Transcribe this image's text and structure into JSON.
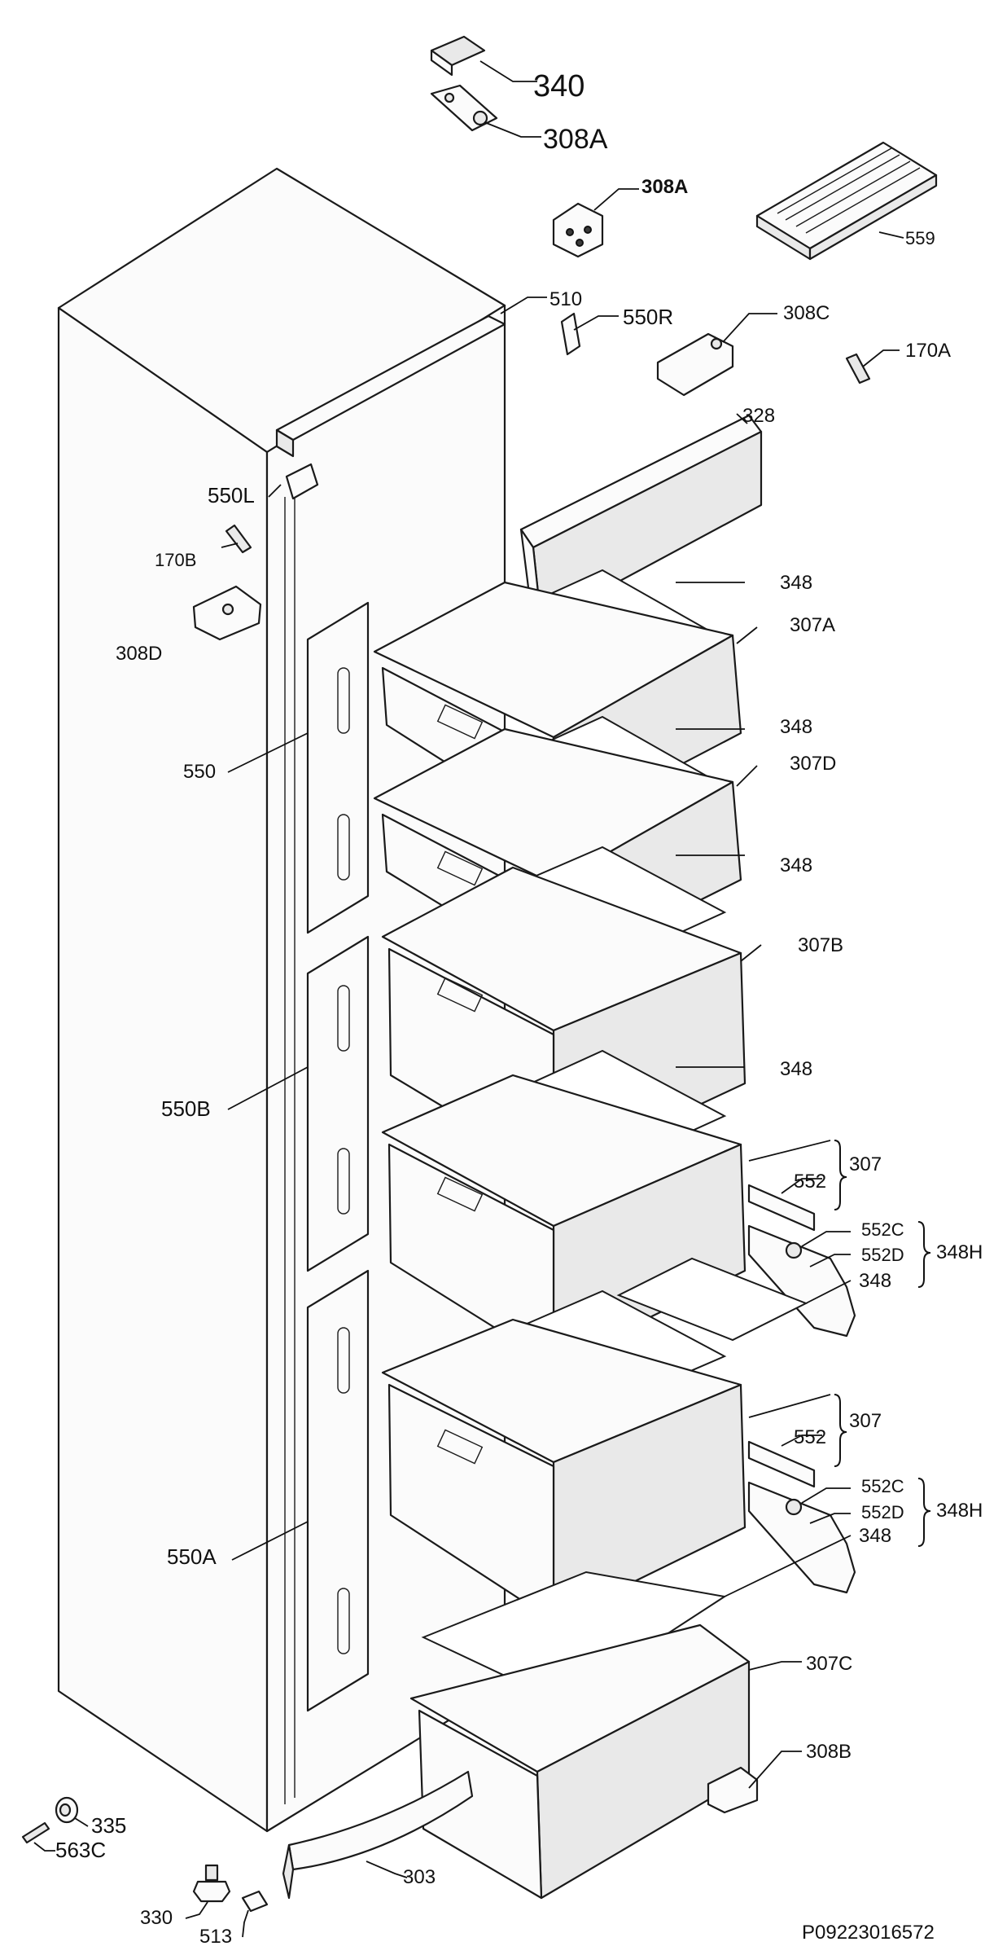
{
  "drawing_number": "P09223016572",
  "callouts": {
    "c340": "340",
    "c308A_top": "308A",
    "c308A_bold": "308A",
    "c559": "559",
    "c510": "510",
    "c550R": "550R",
    "c308C": "308C",
    "c170A": "170A",
    "c328": "328",
    "c550L": "550L",
    "c170B": "170B",
    "c308D": "308D",
    "c348_1": "348",
    "c307A": "307A",
    "c348_2": "348",
    "c307D": "307D",
    "c550": "550",
    "c348_3": "348",
    "c307B": "307B",
    "c348_4": "348",
    "c550B": "550B",
    "c307_1": "307",
    "c552_1": "552",
    "c552C_1": "552C",
    "c552D_1": "552D",
    "c348H_1": "348H",
    "c348_5": "348",
    "c307_2": "307",
    "c552_2": "552",
    "c552C_2": "552C",
    "c552D_2": "552D",
    "c348H_2": "348H",
    "c348_6": "348",
    "c550A": "550A",
    "c307C": "307C",
    "c308B": "308B",
    "c335": "335",
    "c563C": "563C",
    "c330": "330",
    "c513": "513",
    "c303": "303"
  }
}
